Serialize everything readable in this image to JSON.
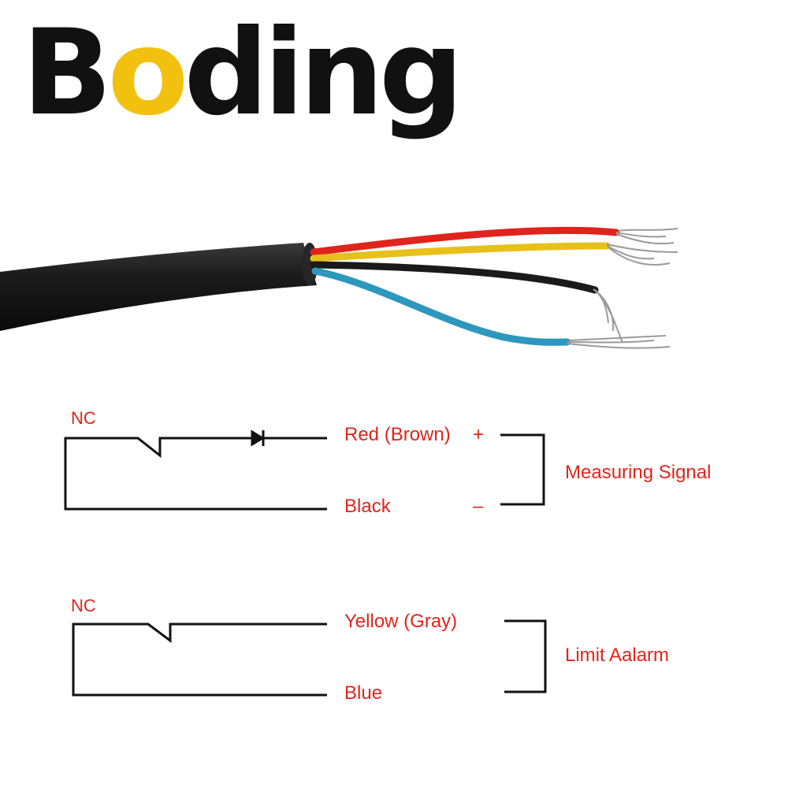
{
  "brand": {
    "wordmark": "Boding",
    "first_letter": "B",
    "accent_letter": "o",
    "rest": "ding",
    "text_color": "#111111",
    "accent_color": "#f2c10f"
  },
  "cable": {
    "wire_colors": {
      "red": "#e0231c",
      "yellow": "#e8c01a",
      "black": "#1a1a1a",
      "blue": "#2d97bd",
      "jacket": "#1c1c1c"
    }
  },
  "diagram": {
    "label_color": "#e0251b",
    "measuring": {
      "contact": "NC",
      "wire_pos": "Red (Brown)",
      "wire_neg": "Black",
      "plus": "+",
      "minus": "–",
      "group": "Measuring Signal"
    },
    "limit": {
      "contact": "NC",
      "wire_a": "Yellow (Gray)",
      "wire_b": "Blue",
      "group": "Limit Aalarm"
    }
  }
}
